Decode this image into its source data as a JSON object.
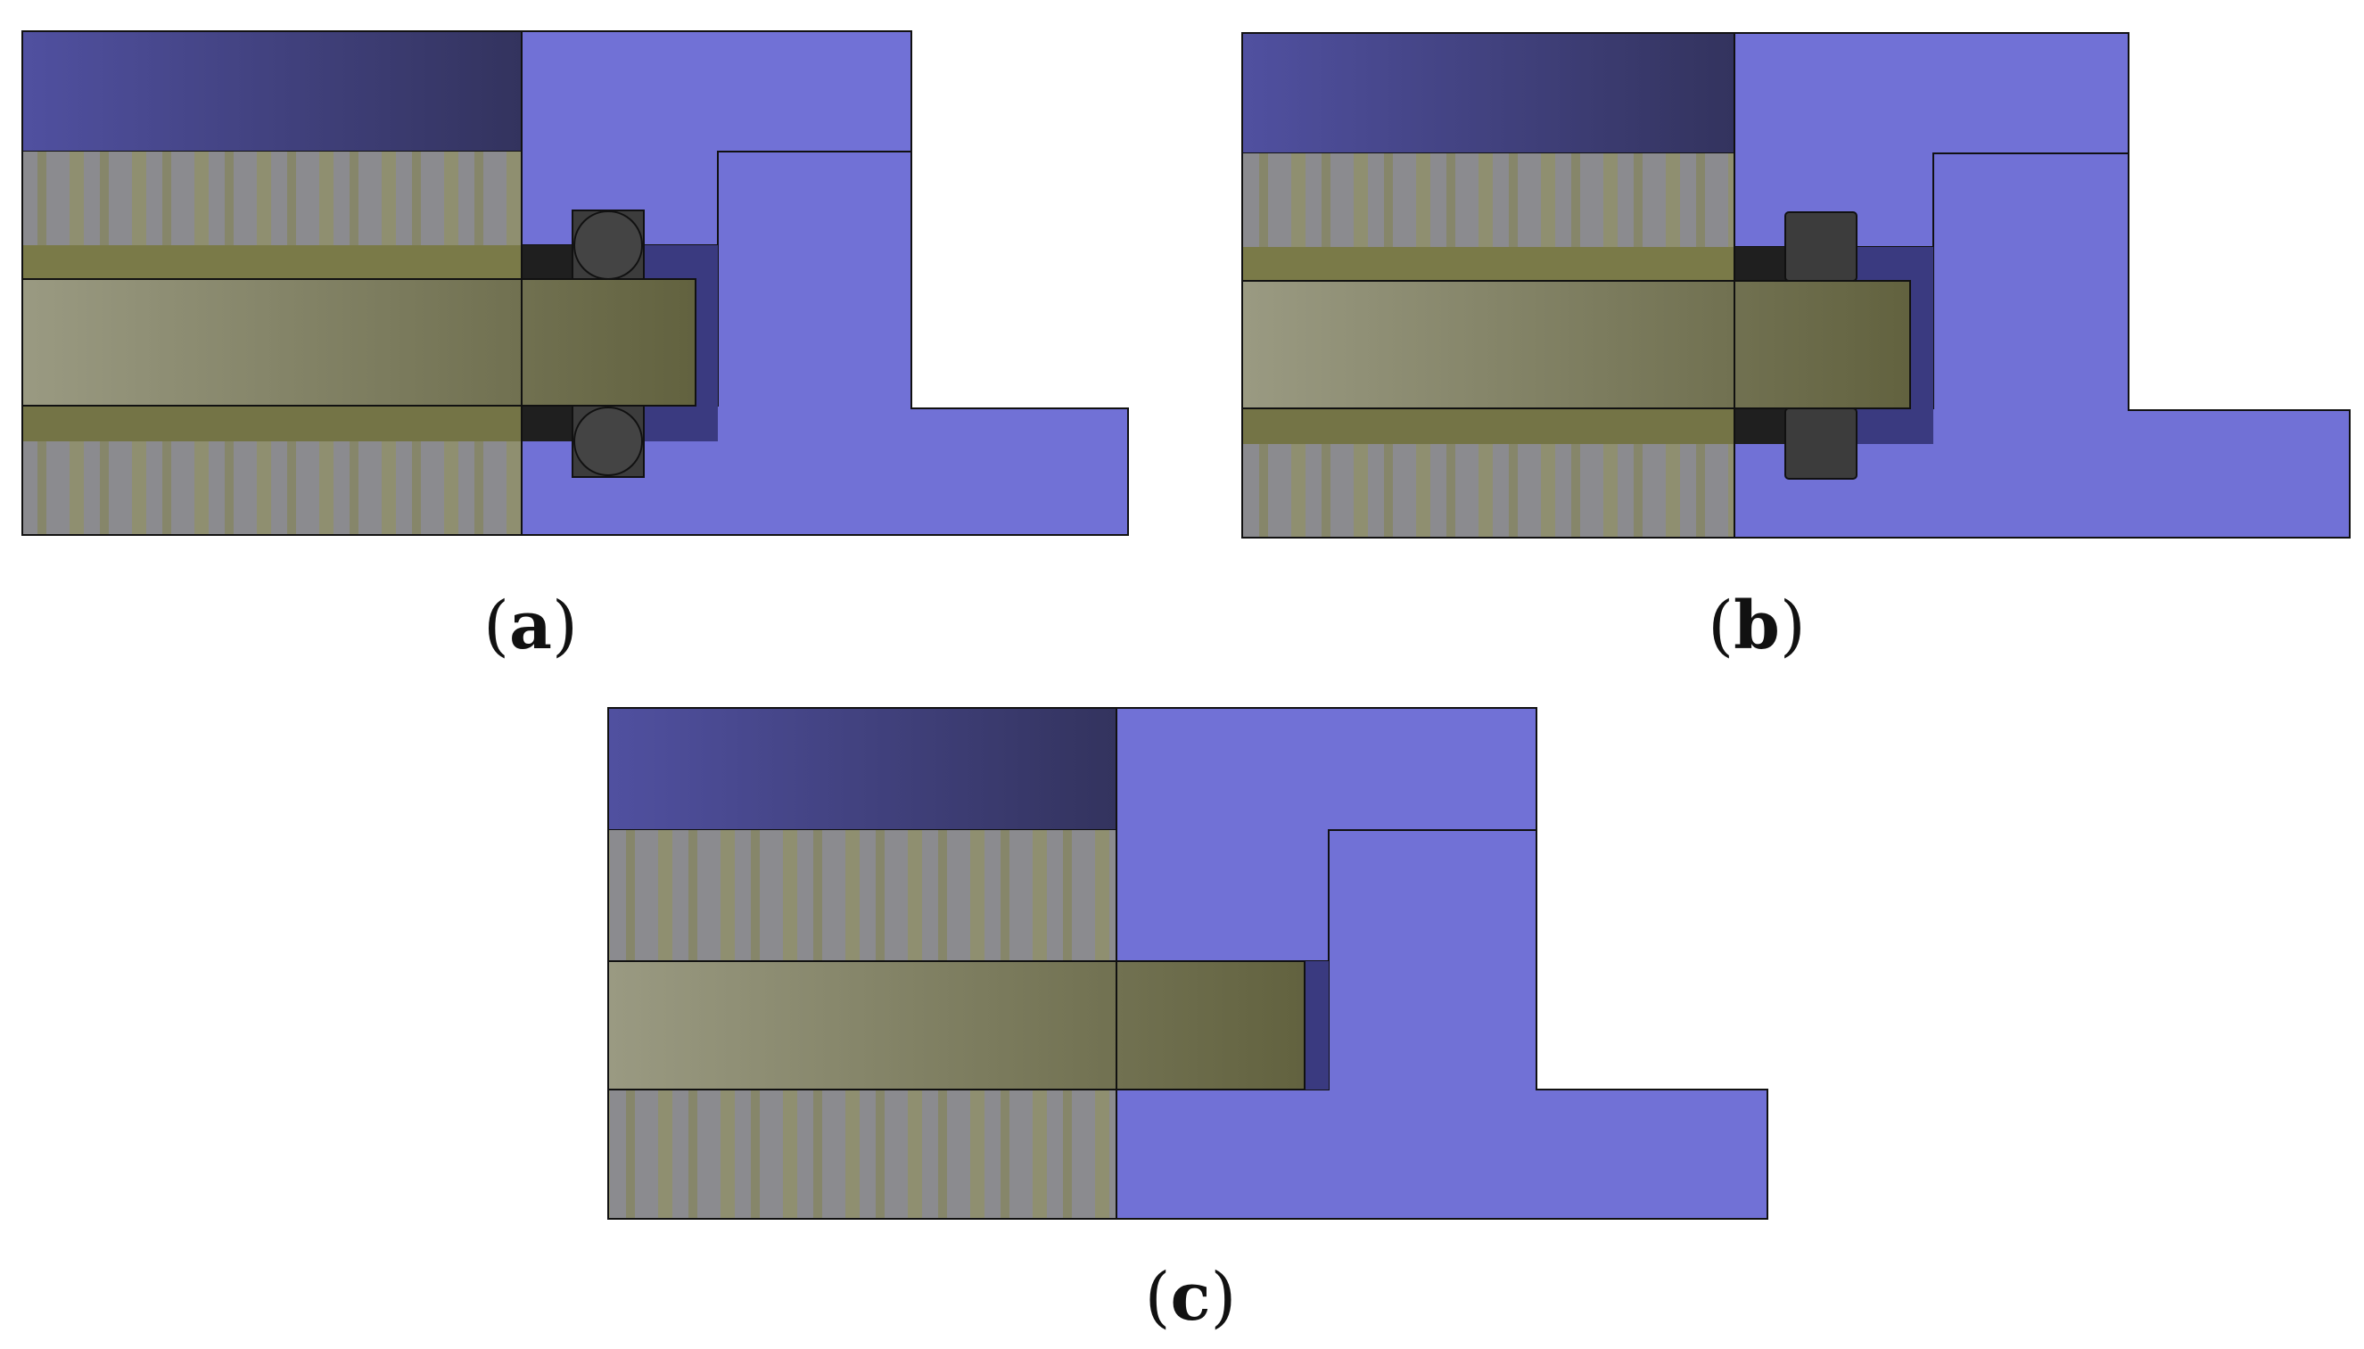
{
  "panels": [
    {
      "id": "a",
      "caption_letter": "a",
      "seal": "o-ring"
    },
    {
      "id": "b",
      "caption_letter": "b",
      "seal": "square-ring"
    },
    {
      "id": "c",
      "caption_letter": "c",
      "seal": "none"
    }
  ],
  "colors": {
    "housing_light": "#7171d6",
    "housing_dark": "#3c3c86",
    "rod": "#8b8b6a",
    "rod_dark": "#66663f",
    "sleeve_olive": "#7a7a4a",
    "bearing_grey": "#8a8a90",
    "seal_dark": "#3c3c3c",
    "gap_black": "#1f1f1f",
    "outline": "#111111"
  }
}
